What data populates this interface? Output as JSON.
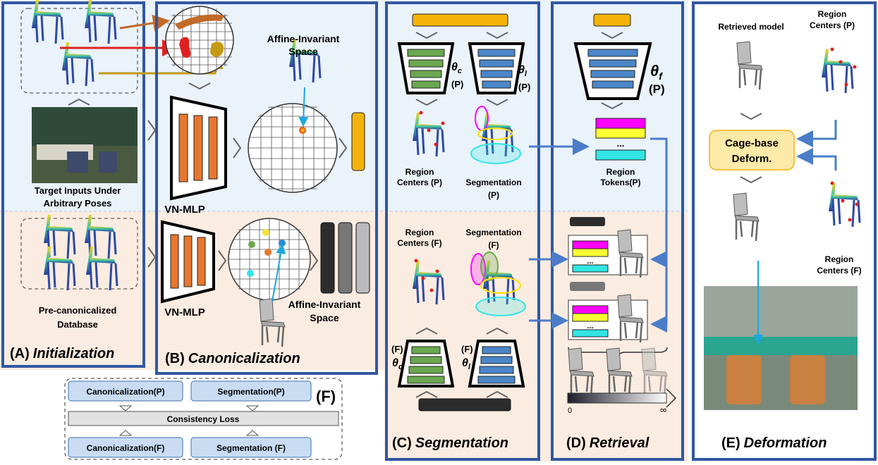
{
  "panels": {
    "a": {
      "letter": "(A)",
      "name": "Initialization"
    },
    "b": {
      "letter": "(B)",
      "name": "Canonicalization"
    },
    "c": {
      "letter": "(C)",
      "name": "Segmentation"
    },
    "d": {
      "letter": "(D)",
      "name": "Retrieval"
    },
    "e": {
      "letter": "(E)",
      "name": "Deformation"
    },
    "f": {
      "letter": "(F)"
    }
  },
  "labels": {
    "target_line1": "Target Inputs Under",
    "target_line2": "Arbitrary Poses",
    "database_line1": "Pre-canonicalized",
    "database_line2": "Database",
    "vnmlp_top": "VN-MLP",
    "vnmlp_bottom": "VN-MLP",
    "affine_top_line1": "Affine-Invariant",
    "affine_top_line2": "Space",
    "affine_bottom_line1": "Affine-Invariant",
    "affine_bottom_line2": "Space",
    "theta_c": "θ",
    "theta_c_sub": "c",
    "theta_l": "θ",
    "theta_l_sub": "l",
    "theta_f": "θ",
    "theta_f_sub": "f",
    "p_tag": "(P)",
    "f_tag": "(F)",
    "region_centers_p_line1": "Region",
    "region_centers_p_line2": "Centers (P)",
    "segmentation_p_line1": "Segmentation",
    "segmentation_p_line2": "(P)",
    "region_centers_f_line1": "Region",
    "region_centers_f_line2": "Centers (F)",
    "segmentation_f_line1": "Segmentation",
    "segmentation_f_line2": "(F)",
    "region_tokens_line1": "Region",
    "region_tokens_line2": "Tokens(P)",
    "ellipsis": "...",
    "scale_zero": "0",
    "scale_inf": "∞",
    "retrieved_model": "Retrieved model",
    "region_centers_p_e_line1": "Region",
    "region_centers_p_e_line2": "Centers (P)",
    "region_centers_f_e_line1": "Region",
    "region_centers_f_e_line2": "Centers (F)",
    "cage_line1": "Cage-base",
    "cage_line2": "Deform."
  },
  "legend": {
    "canon_p": "Canonicalization(P)",
    "seg_p": "Segmentation(P)",
    "consistency": "Consistency Loss",
    "canon_f": "Canonicalization(F)",
    "seg_f": "Segmentation (F)"
  },
  "colors": {
    "panel_border": "#3157a2",
    "top_band": "#eaf2fa",
    "bottom_band": "#fbece1",
    "orange_feature": "#f5b30a",
    "green_layer": "#6aa84f",
    "blue_layer": "#4a86c8",
    "orange_layer": "#e8772e",
    "magenta_token": "#ff00ff",
    "yellow_token": "#ffff33",
    "cyan_token": "#33e5e5",
    "cage_box": "#fde9a8"
  }
}
